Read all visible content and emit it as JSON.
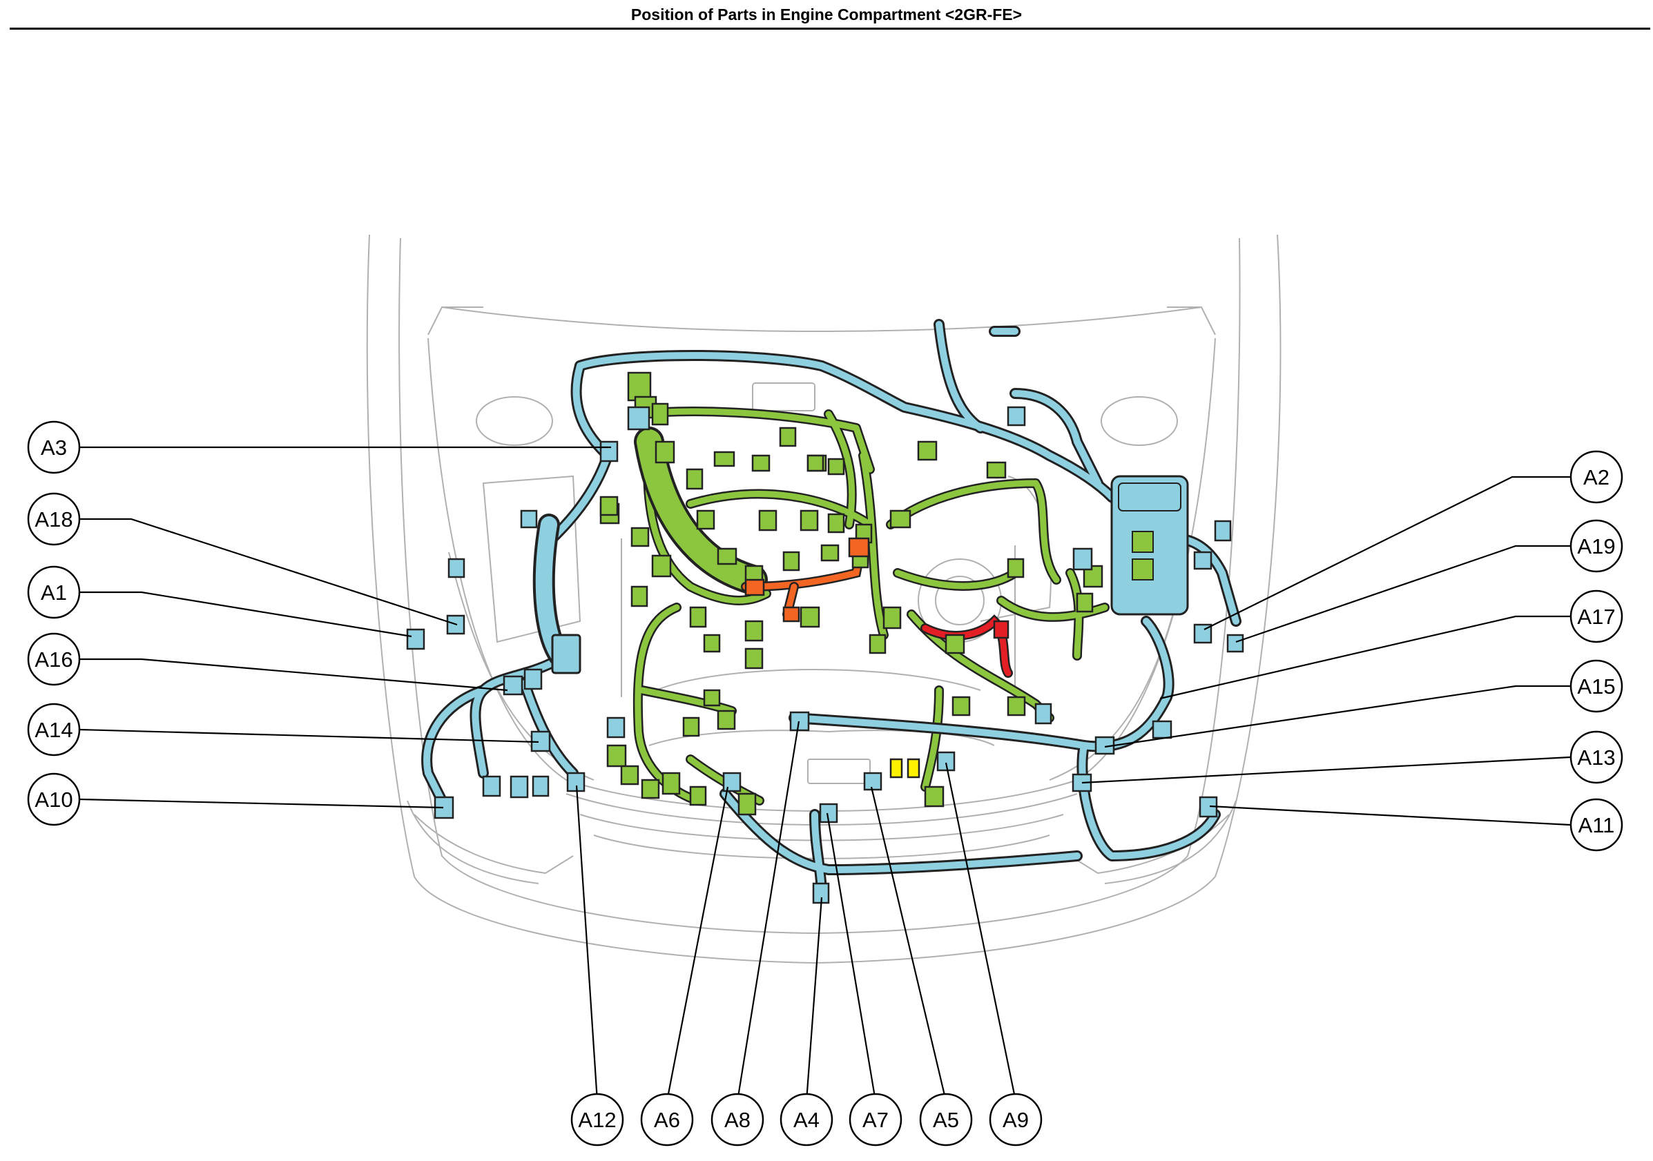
{
  "title": "Position of Parts in Engine Compartment <2GR-FE>",
  "colors": {
    "harness_blue": "#8ecfe0",
    "engine_green": "#8cc63f",
    "orange": "#f26522",
    "red": "#e31e24",
    "yellow": "#fff200",
    "outline": "#222222",
    "body_line": "#b0b0b0"
  },
  "callouts": [
    {
      "id": "A3",
      "label": "A3"
    },
    {
      "id": "A18",
      "label": "A18"
    },
    {
      "id": "A1",
      "label": "A1"
    },
    {
      "id": "A16",
      "label": "A16"
    },
    {
      "id": "A14",
      "label": "A14"
    },
    {
      "id": "A10",
      "label": "A10"
    },
    {
      "id": "A2",
      "label": "A2"
    },
    {
      "id": "A19",
      "label": "A19"
    },
    {
      "id": "A17",
      "label": "A17"
    },
    {
      "id": "A15",
      "label": "A15"
    },
    {
      "id": "A13",
      "label": "A13"
    },
    {
      "id": "A11",
      "label": "A11"
    },
    {
      "id": "A12",
      "label": "A12"
    },
    {
      "id": "A6",
      "label": "A6"
    },
    {
      "id": "A8",
      "label": "A8"
    },
    {
      "id": "A4",
      "label": "A4"
    },
    {
      "id": "A7",
      "label": "A7"
    },
    {
      "id": "A5",
      "label": "A5"
    },
    {
      "id": "A9",
      "label": "A9"
    }
  ]
}
